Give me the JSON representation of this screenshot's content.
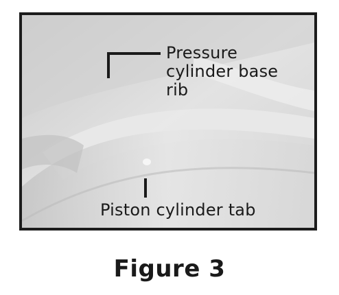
{
  "figure": {
    "callouts": {
      "pressure_rib_lines": [
        "Pressure",
        "cylinder base",
        "rib"
      ],
      "piston_tab": "Piston cylinder tab"
    },
    "caption": "Figure 3"
  },
  "colors": {
    "frame_border": "#1c1c1c",
    "text": "#1a1a1a",
    "photo_base": "#d9d9d9"
  }
}
